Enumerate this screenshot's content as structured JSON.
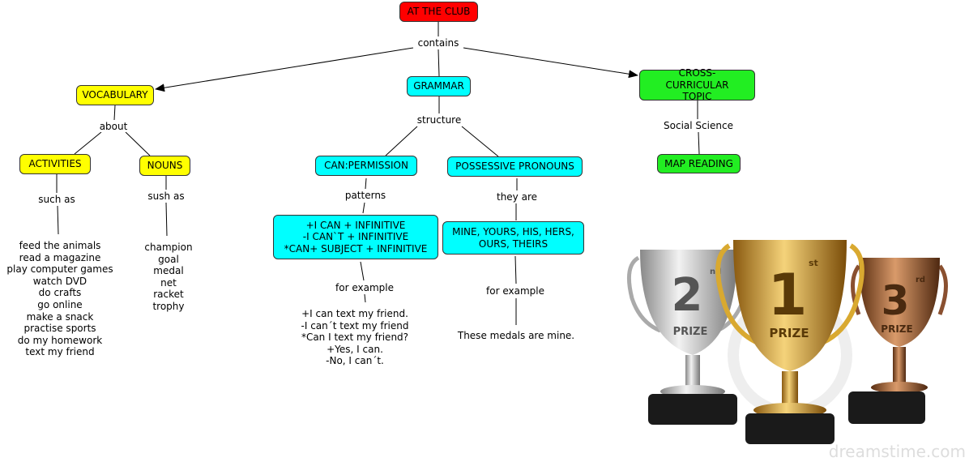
{
  "root": "AT THE CLUB",
  "links": {
    "contains": "contains",
    "about": "about",
    "structure": "structure",
    "social_science": "Social Science",
    "such_as": "such as",
    "sush_as": "sush as",
    "patterns": "patterns",
    "they_are": "they are",
    "for_example_1": "for example",
    "for_example_2": "for example"
  },
  "nodes": {
    "vocabulary": "VOCABULARY",
    "grammar": "GRAMMAR",
    "cross_curricular": "CROSS-CURRICULAR TOPIC",
    "map_reading": "MAP READING",
    "activities": "ACTIVITIES",
    "nouns": "NOUNS",
    "can_permission": "CAN:PERMISSION",
    "possessive_pronouns": "POSSESSIVE PRONOUNS",
    "patterns_box": [
      "+I CAN + INFINITIVE",
      "-I CAN`T + INFINITIVE",
      "*CAN+ SUBJECT + INFINITIVE"
    ],
    "pronouns_box": [
      "MINE, YOURS, HIS, HERS,",
      "OURS, THEIRS"
    ]
  },
  "activities_list": [
    "feed the animals",
    "read a magazine",
    "play computer games",
    "watch DVD",
    "do crafts",
    "go online",
    "make a snack",
    "practise sports",
    "do my homework",
    "text my friend"
  ],
  "nouns_list": [
    "champion",
    "goal",
    "medal",
    "net",
    "racket",
    "trophy"
  ],
  "can_examples": [
    "+I can text my friend.",
    "-I can´t text my friend",
    "*Can I text my friend?",
    "+Yes, I can.",
    "-No, I can´t."
  ],
  "pronoun_example": "These medals are mine.",
  "image": {
    "trophies": [
      {
        "rank": "2",
        "suffix": "nd",
        "label": "PRIZE",
        "color": "#b8b8b8"
      },
      {
        "rank": "1",
        "suffix": "st",
        "label": "PRIZE",
        "color": "#c9962a"
      },
      {
        "rank": "3",
        "suffix": "rd",
        "label": "PRIZE",
        "color": "#a0643a"
      }
    ],
    "watermark": "dreamstime.com"
  }
}
